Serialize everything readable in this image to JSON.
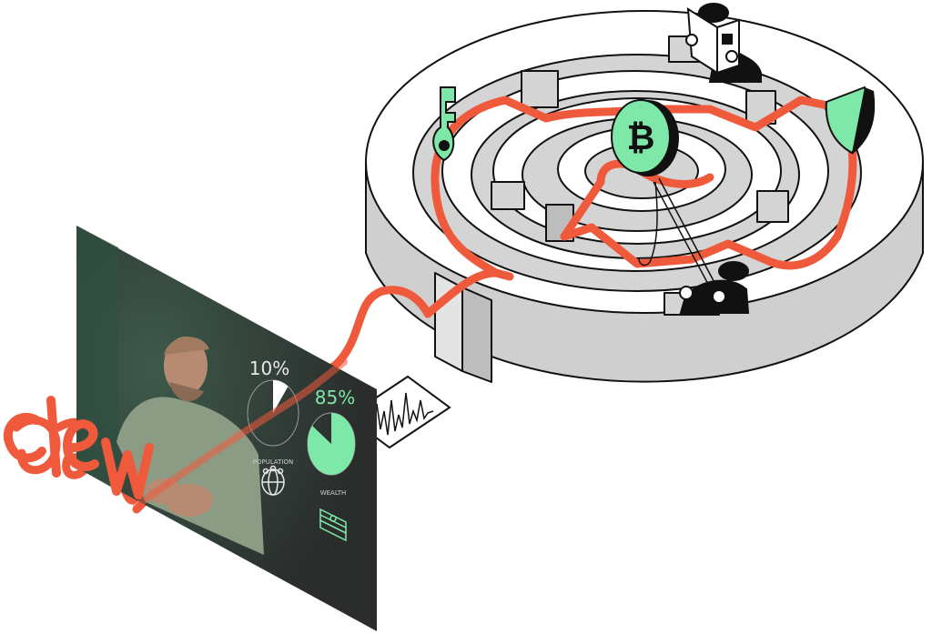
{
  "brand": {
    "name": "clew",
    "path_color": "#f05a3c",
    "accent": "#7ee8a8"
  },
  "video": {
    "stat_population": {
      "percent": "10%",
      "label": "POPULATION",
      "fraction": 0.1
    },
    "stat_wealth": {
      "percent": "85%",
      "label": "WEALTH",
      "fraction": 0.85
    }
  },
  "maze": {
    "center_symbol": "₿",
    "center_icon": "bitcoin-icon",
    "key_icon": "key-icon",
    "shield_icon": "shield-icon",
    "hook_icon": "fishing-hook-icon"
  }
}
